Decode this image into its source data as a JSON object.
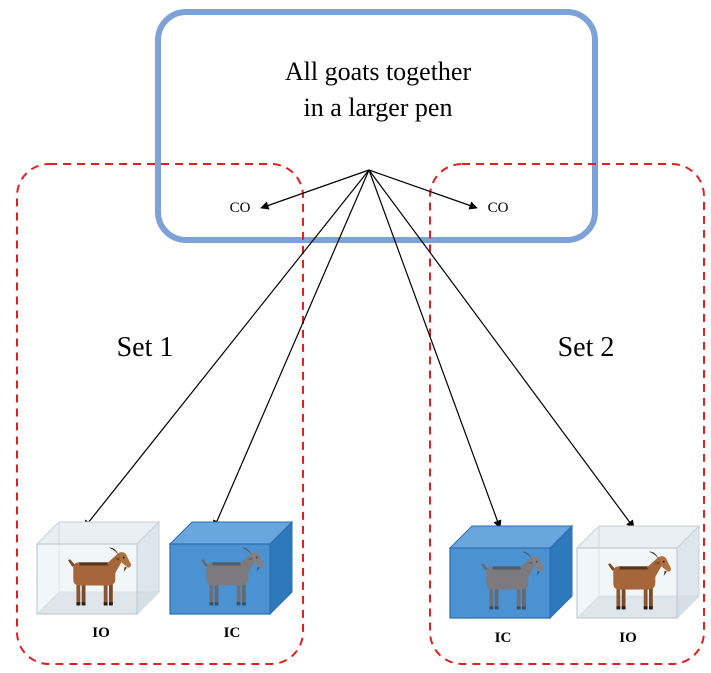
{
  "title": {
    "line1": "All goats together",
    "line2": "in a larger pen"
  },
  "sets": [
    {
      "label": "Set 1"
    },
    {
      "label": "Set 2"
    }
  ],
  "labels": {
    "co_left": "CO",
    "co_right": "CO",
    "set1_pen_open": "IO",
    "set1_pen_closed": "IC",
    "set2_pen_closed": "IC",
    "set2_pen_open": "IO"
  },
  "colors": {
    "pen_box": "#7da2d8",
    "set_border": "#e02020",
    "closed_pen": "#3c86c8",
    "open_pen": "#dde6ec",
    "arrow": "#000000",
    "goat_body": "#a5673a"
  },
  "icons": {
    "goat": "goat-icon",
    "closed_enclosure": "blue-box-icon",
    "open_enclosure": "glass-box-icon"
  }
}
